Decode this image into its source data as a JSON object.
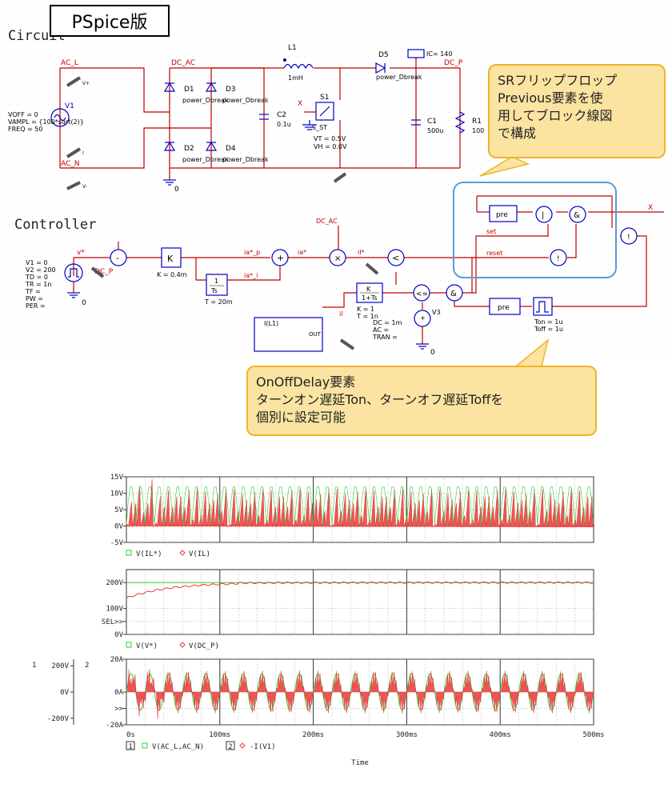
{
  "title": "PSpice版",
  "sections": {
    "circuit": "Circuit",
    "controller": "Controller"
  },
  "callouts": {
    "sr": [
      "SRフリップフロップ",
      "Previous要素を使",
      "用してブロック線図",
      "で構成"
    ],
    "onoff": [
      "OnOffDelay要素",
      "ターンオン遅延Ton、ターンオフ遅延Toffを",
      "個別に設定可能"
    ]
  },
  "circuit": {
    "nets": {
      "ac_l": "AC_L",
      "ac_n": "AC_N",
      "dc_ac": "DC_AC",
      "dc_p": "DC_P",
      "x": "X",
      "zero": "0"
    },
    "v1": {
      "name": "V1",
      "params": [
        "VOFF = 0",
        "VAMPL = {100*sqrt(2)}",
        "FREQ = 50"
      ]
    },
    "l1": {
      "name": "L1",
      "value": "1mH"
    },
    "diodes": [
      {
        "name": "D1",
        "model": "power_Dbreak"
      },
      {
        "name": "D3",
        "model": "power_Dbreak"
      },
      {
        "name": "D2",
        "model": "power_Dbreak"
      },
      {
        "name": "D4",
        "model": "power_Dbreak"
      },
      {
        "name": "D5",
        "model": "power_Dbreak"
      }
    ],
    "c2": {
      "name": "C2",
      "value": "0.1u"
    },
    "s1": {
      "name": "S1",
      "model": "S_ST",
      "vt": "VT = 0.5V",
      "vh": "VH = 0.0V"
    },
    "c1": {
      "name": "C1",
      "value": "500u",
      "ic": "IC= 140"
    },
    "r1": {
      "name": "R1",
      "value": "100"
    },
    "probe_v": "V+",
    "probe_vm": "V-",
    "probe_i": "I"
  },
  "controller": {
    "vstar": "v*",
    "dc_p": "DC_P",
    "v2params": [
      "V1 = 0",
      "V2 = 200",
      "TD = 0",
      "TR = 1n",
      "TF =",
      "PW =",
      "PER ="
    ],
    "k_gain": "K",
    "k_value": "K = 0.4m",
    "integ_num": "1",
    "integ_den": "Ts",
    "integ_value": "T = 20m",
    "ia_p": "ia*_p",
    "ia_i": "ia*_i",
    "ia": "ia*",
    "il_star": "il*",
    "il": "il",
    "dc_ac": "DC_AC",
    "lpf_num": "K",
    "lpf_den": "1+Ts",
    "lpf_k": "K = 1",
    "lpf_t": "T = 1n",
    "il1": "I(L1)",
    "out": "OUT",
    "le": "<=",
    "lt": "<",
    "and": "&",
    "or": "|",
    "not": "!",
    "set": "set",
    "reset": "reset",
    "pre": "pre",
    "x": "X",
    "v3": "V3",
    "v3params": [
      "DC = 1m",
      "AC =",
      "TRAN ="
    ],
    "ton": "Ton = 1u",
    "toff": "Toff = 1u",
    "plus": "+",
    "minus": "-",
    "times": "×"
  },
  "plots": {
    "p1": {
      "yticks": [
        "15V",
        "10V",
        "5V",
        "0V",
        "-5V"
      ],
      "legend": [
        "V(IL*)",
        "V(IL)"
      ]
    },
    "p2": {
      "yticks": [
        "200V",
        "100V",
        "SEL>>",
        "0V"
      ],
      "legend": [
        "V(V*)",
        "V(DC_P)"
      ]
    },
    "p3": {
      "yticks_left": [
        "200V",
        "0V",
        "-200V"
      ],
      "yticks_right": [
        "20A",
        "0A",
        ">>",
        "-20A"
      ],
      "axis1": "1",
      "axis2": "2",
      "legend": [
        "V(AC_L,AC_N)",
        "-I(V1)"
      ],
      "legend_idx": [
        "1",
        "2"
      ]
    },
    "xticks": [
      "0s",
      "100ms",
      "200ms",
      "300ms",
      "400ms",
      "500ms"
    ],
    "xlabel": "Time"
  },
  "chart_data": [
    {
      "type": "line",
      "xlim": [
        0,
        500
      ],
      "ylim": [
        -5,
        15
      ],
      "x_unit": "ms",
      "series": [
        {
          "name": "V(IL*)",
          "color": "#33cc33"
        },
        {
          "name": "V(IL)",
          "color": "#e83a3a"
        }
      ]
    },
    {
      "type": "line",
      "xlim": [
        0,
        500
      ],
      "ylim": [
        0,
        250
      ],
      "x_unit": "ms",
      "series": [
        {
          "name": "V(V*)",
          "color": "#33cc33",
          "values": [
            200
          ]
        },
        {
          "name": "V(DC_P)",
          "color": "#e83a3a",
          "start": 140,
          "end": 200
        }
      ]
    },
    {
      "type": "line",
      "xlim": [
        0,
        500
      ],
      "ylim": [
        -20,
        20
      ],
      "x_unit": "ms",
      "series": [
        {
          "name": "V(AC_L,AC_N)",
          "color": "#33cc33",
          "amplitude": 141,
          "frequency_hz": 50
        },
        {
          "name": "-I(V1)",
          "color": "#e83a3a"
        }
      ]
    }
  ],
  "colors": {
    "wire": "#c00000",
    "comp": "#0000c0",
    "green": "#33cc33",
    "red": "#e83a3a",
    "callout_bg": "#fbe3a1",
    "callout_border": "#f0b429",
    "sr_box": "#5b9bd5"
  }
}
